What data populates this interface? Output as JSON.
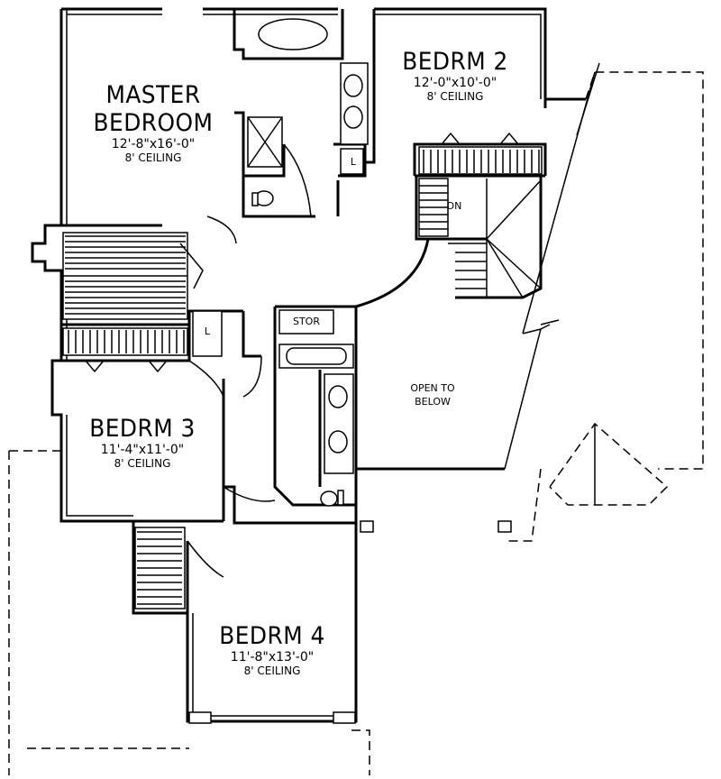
{
  "rooms": {
    "master": {
      "name_line1": "MASTER",
      "name_line2": "BEDROOM",
      "size": "12'-8\"x16'-0\"",
      "ceiling": "8' CEILING"
    },
    "bedrm2": {
      "name": "BEDRM 2",
      "size": "12'-0\"x10'-0\"",
      "ceiling": "8' CEILING"
    },
    "bedrm3": {
      "name": "BEDRM 3",
      "size": "11'-4\"x11'-0\"",
      "ceiling": "8' CEILING"
    },
    "bedrm4": {
      "name": "BEDRM 4",
      "size": "11'-8\"x13'-0\"",
      "ceiling": "8' CEILING"
    }
  },
  "labels": {
    "open_line1": "OPEN TO",
    "open_line2": "BELOW",
    "stor": "STOR",
    "dn": "DN",
    "linen1": "L",
    "linen2": "L"
  }
}
